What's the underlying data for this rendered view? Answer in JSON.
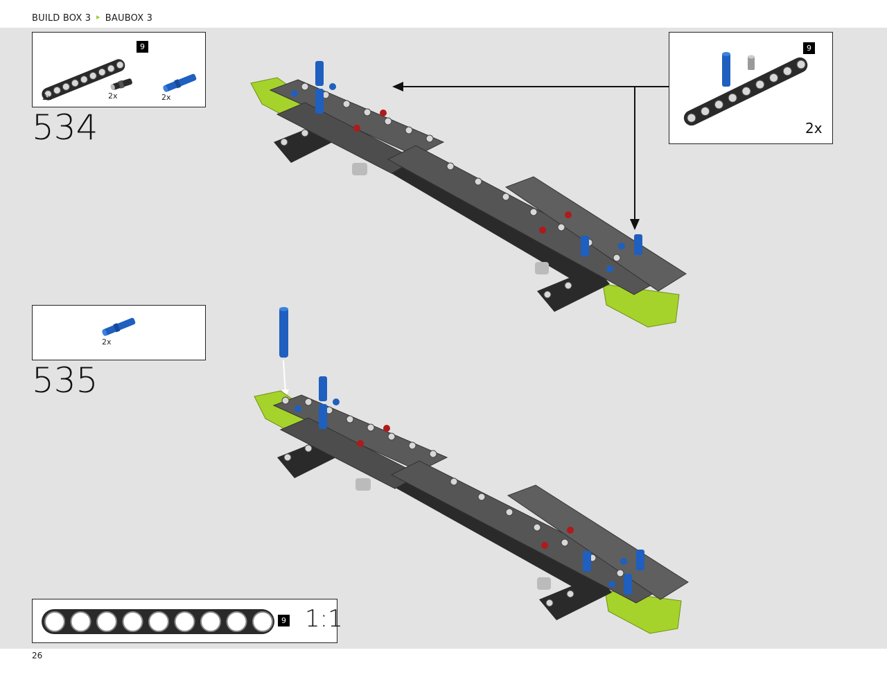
{
  "header": {
    "build_box": "BUILD BOX 3",
    "baubox": "BAUBOX 3"
  },
  "steps": [
    {
      "number": "534",
      "parts": [
        {
          "icon": "liftarm-9-icon",
          "qty": "2x",
          "size_label": "9"
        },
        {
          "icon": "connector-pin-black-icon",
          "qty": "2x"
        },
        {
          "icon": "long-pin-blue-icon",
          "qty": "2x"
        }
      ],
      "subassembly": {
        "qty": "2x",
        "size_label": "9"
      }
    },
    {
      "number": "535",
      "parts": [
        {
          "icon": "long-pin-blue-icon",
          "qty": "2x"
        }
      ]
    }
  ],
  "ruler": {
    "size_label": "9",
    "scale": "1:1"
  },
  "page_number": "26",
  "colors": {
    "lime": "#a6d32b",
    "dark_grey": "#4d4d4d",
    "black": "#222222",
    "blue": "#1f5fbf",
    "red": "#b11a1a",
    "background": "#e3e3e3"
  }
}
